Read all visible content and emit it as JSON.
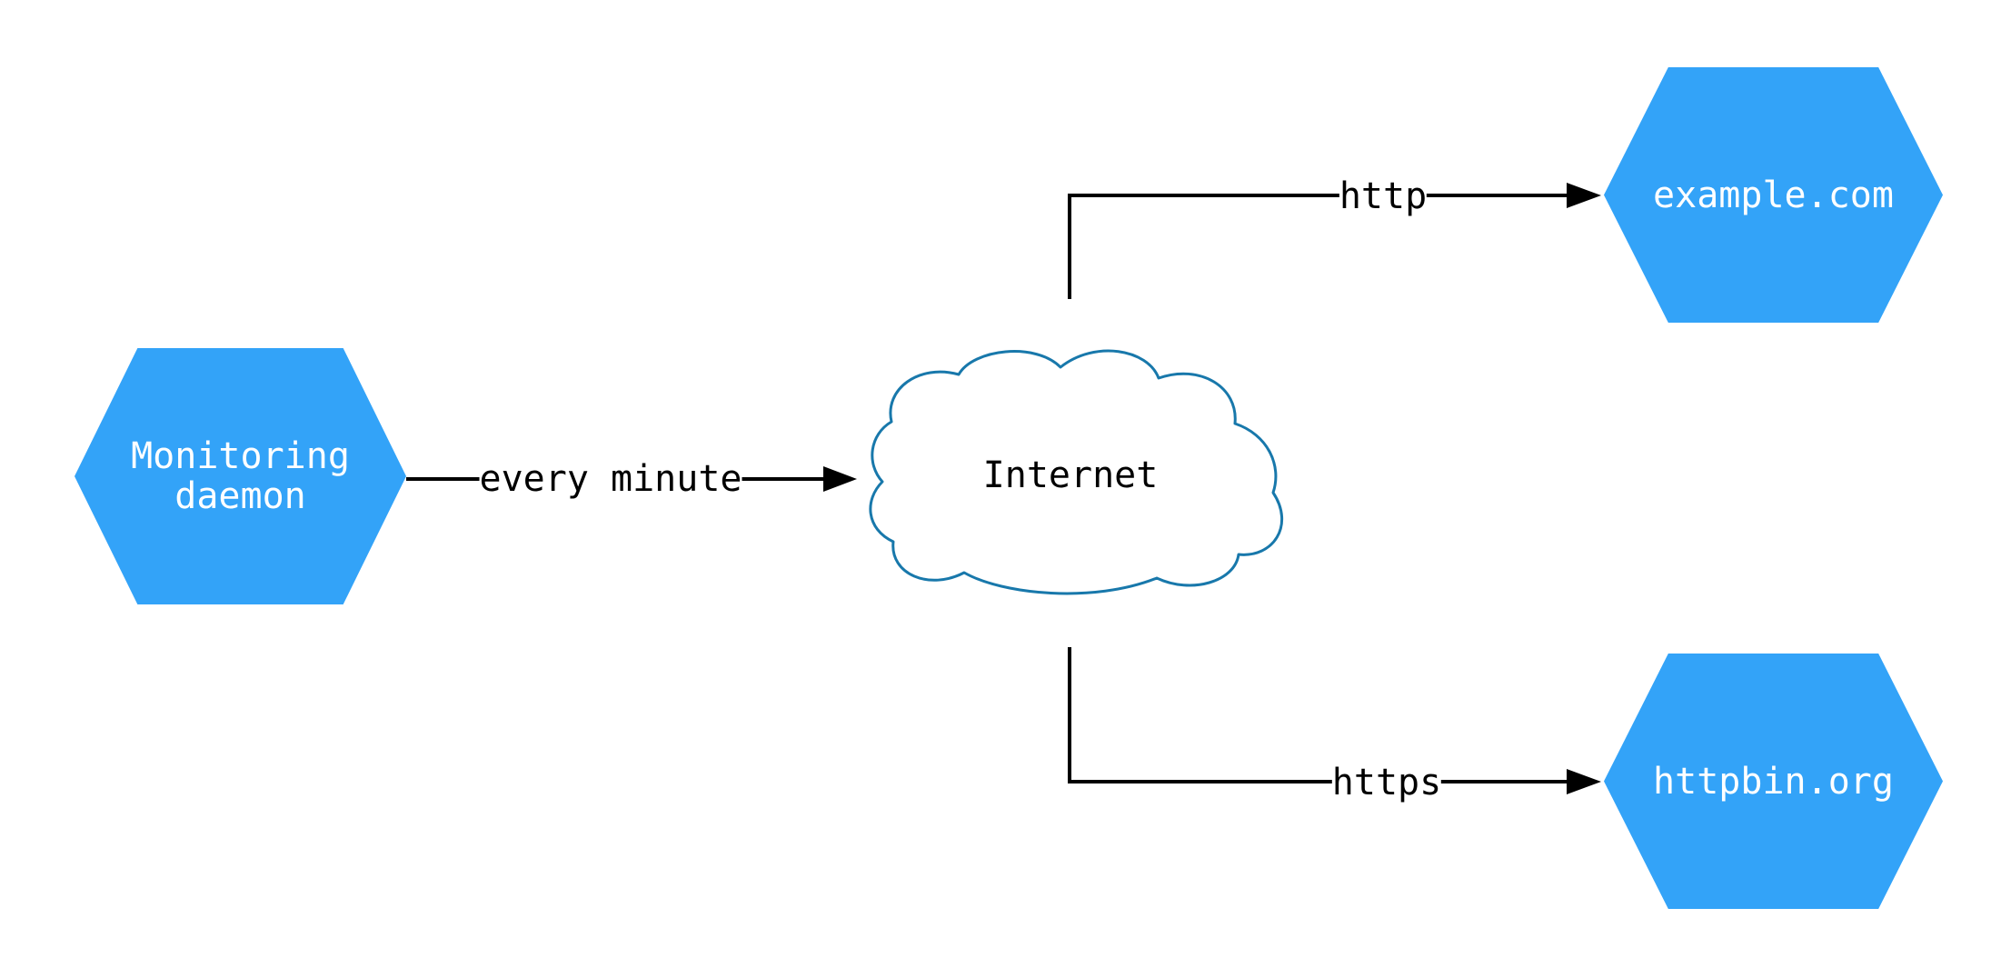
{
  "diagram": {
    "colors": {
      "node_fill": "#33a3f8",
      "node_text": "#ffffff",
      "cloud_stroke": "#1878ab",
      "cloud_fill": "#ffffff",
      "edge": "#000000",
      "background": "#ffffff"
    },
    "nodes": {
      "monitoring": {
        "label": "Monitoring\ndaemon",
        "shape": "hexagon"
      },
      "internet": {
        "label": "Internet",
        "shape": "cloud"
      },
      "example": {
        "label": "example.com",
        "shape": "hexagon"
      },
      "httpbin": {
        "label": "httpbin.org",
        "shape": "hexagon"
      }
    },
    "edges": {
      "every_minute": {
        "label": "every minute",
        "from": "monitoring",
        "to": "internet"
      },
      "http": {
        "label": "http",
        "from": "internet",
        "to": "example"
      },
      "https": {
        "label": "https",
        "from": "internet",
        "to": "httpbin"
      }
    }
  }
}
